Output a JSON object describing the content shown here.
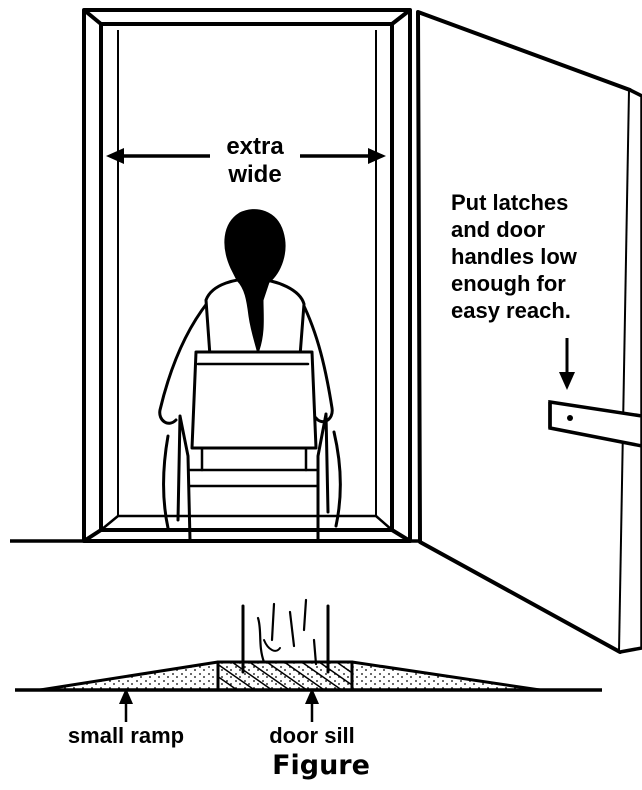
{
  "labels": {
    "width_line1": "extra",
    "width_line2": "wide",
    "latch_note": [
      "Put latches",
      "and door",
      "handles low",
      "enough for",
      "easy reach."
    ],
    "ramp": "small ramp",
    "sill": "door sill"
  },
  "caption": "Figure"
}
